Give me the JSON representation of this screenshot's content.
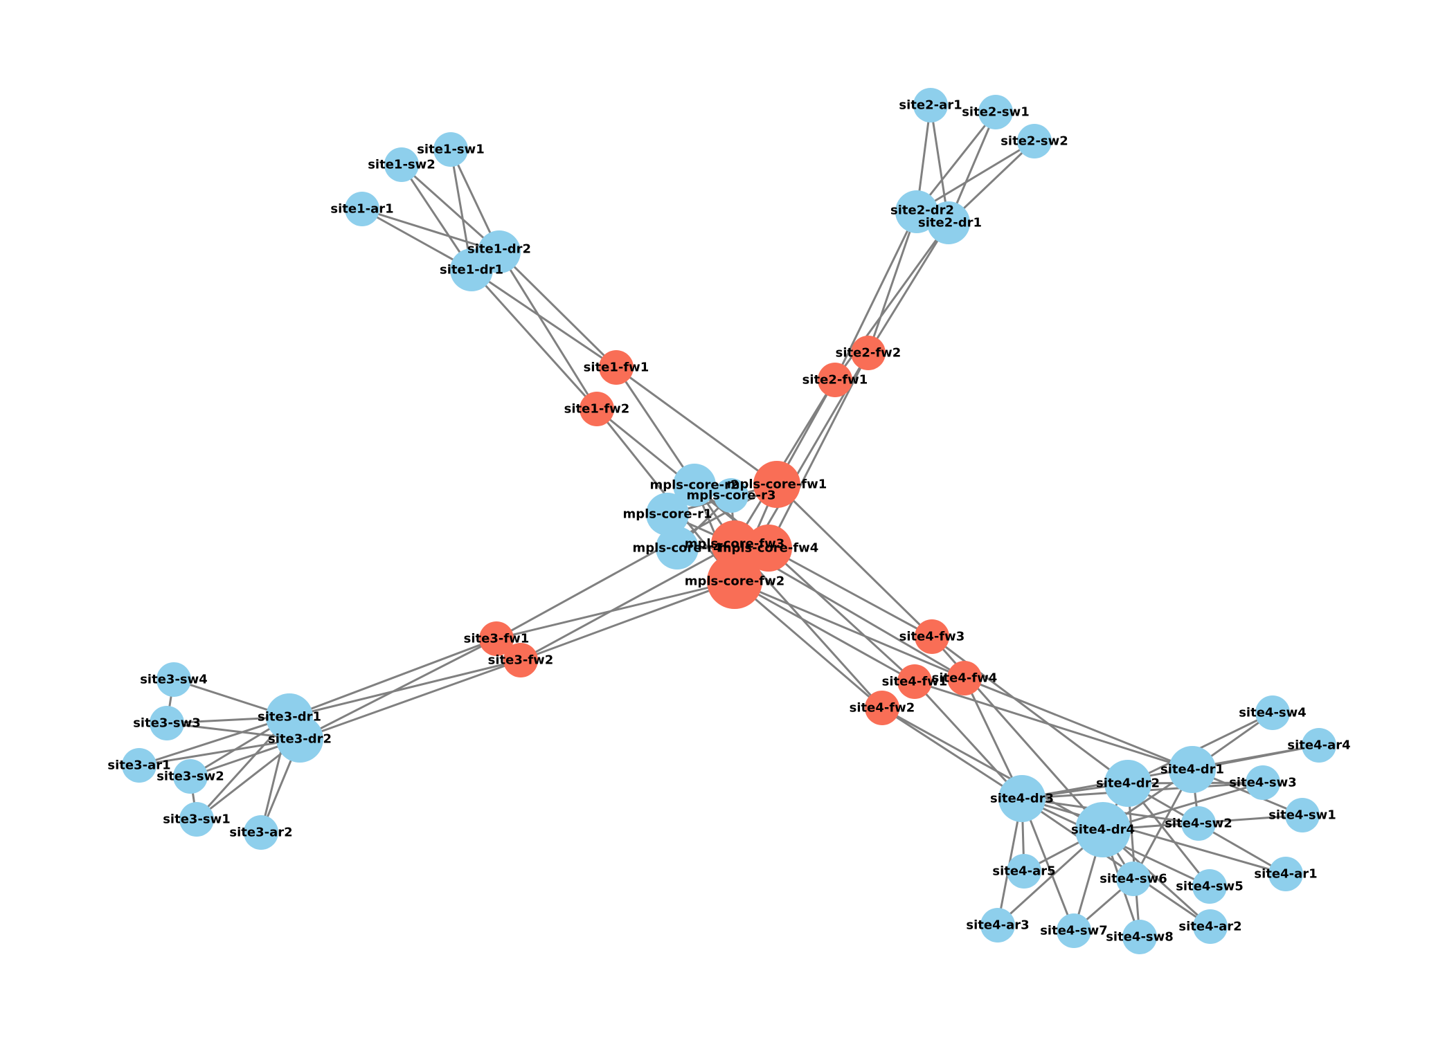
{
  "colors": {
    "switch_node": "#8ECFEC",
    "firewall_node": "#F96E56",
    "edge": "#808080",
    "background": "#FFFFFF"
  },
  "nodes": [
    {
      "id": "site1-sw1",
      "type": "switch",
      "degree": 2
    },
    {
      "id": "site1-sw2",
      "type": "switch",
      "degree": 2
    },
    {
      "id": "site1-ar1",
      "type": "switch",
      "degree": 2
    },
    {
      "id": "site1-dr2",
      "type": "switch",
      "degree": 6
    },
    {
      "id": "site1-dr1",
      "type": "switch",
      "degree": 6
    },
    {
      "id": "site1-fw1",
      "type": "firewall",
      "degree": 4
    },
    {
      "id": "site1-fw2",
      "type": "firewall",
      "degree": 4
    },
    {
      "id": "site2-ar1",
      "type": "switch",
      "degree": 2
    },
    {
      "id": "site2-sw1",
      "type": "switch",
      "degree": 2
    },
    {
      "id": "site2-sw2",
      "type": "switch",
      "degree": 2
    },
    {
      "id": "site2-dr2",
      "type": "switch",
      "degree": 6
    },
    {
      "id": "site2-dr1",
      "type": "switch",
      "degree": 6
    },
    {
      "id": "site2-fw2",
      "type": "firewall",
      "degree": 4
    },
    {
      "id": "site2-fw1",
      "type": "firewall",
      "degree": 4
    },
    {
      "id": "mpls-core-r2",
      "type": "switch",
      "degree": 6
    },
    {
      "id": "mpls-core-r3",
      "type": "switch",
      "degree": 4
    },
    {
      "id": "mpls-core-fw1",
      "type": "firewall",
      "degree": 7
    },
    {
      "id": "mpls-core-r1",
      "type": "switch",
      "degree": 6
    },
    {
      "id": "mpls-core-fw3",
      "type": "firewall",
      "degree": 8
    },
    {
      "id": "mpls-core-r4",
      "type": "switch",
      "degree": 5
    },
    {
      "id": "mpls-core-fw4",
      "type": "firewall",
      "degree": 8
    },
    {
      "id": "mpls-core-fw2",
      "type": "firewall",
      "degree": 11
    },
    {
      "id": "site3-fw1",
      "type": "firewall",
      "degree": 4
    },
    {
      "id": "site3-fw2",
      "type": "firewall",
      "degree": 4
    },
    {
      "id": "site3-sw4",
      "type": "switch",
      "degree": 2
    },
    {
      "id": "site3-sw3",
      "type": "switch",
      "degree": 3
    },
    {
      "id": "site3-dr1",
      "type": "switch",
      "degree": 9
    },
    {
      "id": "site3-dr2",
      "type": "switch",
      "degree": 9
    },
    {
      "id": "site3-ar1",
      "type": "switch",
      "degree": 2
    },
    {
      "id": "site3-sw2",
      "type": "switch",
      "degree": 3
    },
    {
      "id": "site3-sw1",
      "type": "switch",
      "degree": 3
    },
    {
      "id": "site3-ar2",
      "type": "switch",
      "degree": 2
    },
    {
      "id": "site4-fw3",
      "type": "firewall",
      "degree": 4
    },
    {
      "id": "site4-fw1",
      "type": "firewall",
      "degree": 4
    },
    {
      "id": "site4-fw4",
      "type": "firewall",
      "degree": 4
    },
    {
      "id": "site4-fw2",
      "type": "firewall",
      "degree": 4
    },
    {
      "id": "site4-sw4",
      "type": "switch",
      "degree": 2
    },
    {
      "id": "site4-ar4",
      "type": "switch",
      "degree": 2
    },
    {
      "id": "site4-dr1",
      "type": "switch",
      "degree": 9
    },
    {
      "id": "site4-dr2",
      "type": "switch",
      "degree": 10
    },
    {
      "id": "site4-sw3",
      "type": "switch",
      "degree": 3
    },
    {
      "id": "site4-dr3",
      "type": "switch",
      "degree": 10
    },
    {
      "id": "site4-sw1",
      "type": "switch",
      "degree": 2
    },
    {
      "id": "site4-sw2",
      "type": "switch",
      "degree": 2
    },
    {
      "id": "site4-dr4",
      "type": "switch",
      "degree": 12
    },
    {
      "id": "site4-ar1",
      "type": "switch",
      "degree": 2
    },
    {
      "id": "site4-ar5",
      "type": "switch",
      "degree": 2
    },
    {
      "id": "site4-sw6",
      "type": "switch",
      "degree": 3
    },
    {
      "id": "site4-sw5",
      "type": "switch",
      "degree": 2
    },
    {
      "id": "site4-ar3",
      "type": "switch",
      "degree": 2
    },
    {
      "id": "site4-sw7",
      "type": "switch",
      "degree": 3
    },
    {
      "id": "site4-sw8",
      "type": "switch",
      "degree": 2
    },
    {
      "id": "site4-ar2",
      "type": "switch",
      "degree": 2
    }
  ],
  "edges": [
    [
      "site1-sw1",
      "site1-dr1"
    ],
    [
      "site1-sw1",
      "site1-dr2"
    ],
    [
      "site1-sw2",
      "site1-dr1"
    ],
    [
      "site1-sw2",
      "site1-dr2"
    ],
    [
      "site1-ar1",
      "site1-dr1"
    ],
    [
      "site1-ar1",
      "site1-dr2"
    ],
    [
      "site1-dr1",
      "site1-fw1"
    ],
    [
      "site1-dr1",
      "site1-fw2"
    ],
    [
      "site1-dr2",
      "site1-fw1"
    ],
    [
      "site1-dr2",
      "site1-fw2"
    ],
    [
      "site1-fw1",
      "mpls-core-fw1"
    ],
    [
      "site1-fw1",
      "mpls-core-fw3"
    ],
    [
      "site1-fw2",
      "mpls-core-fw2"
    ],
    [
      "site1-fw2",
      "mpls-core-fw4"
    ],
    [
      "site2-ar1",
      "site2-dr1"
    ],
    [
      "site2-ar1",
      "site2-dr2"
    ],
    [
      "site2-sw1",
      "site2-dr1"
    ],
    [
      "site2-sw1",
      "site2-dr2"
    ],
    [
      "site2-sw2",
      "site2-dr1"
    ],
    [
      "site2-sw2",
      "site2-dr2"
    ],
    [
      "site2-dr1",
      "site2-fw1"
    ],
    [
      "site2-dr1",
      "site2-fw2"
    ],
    [
      "site2-dr2",
      "site2-fw1"
    ],
    [
      "site2-dr2",
      "site2-fw2"
    ],
    [
      "site2-fw1",
      "mpls-core-fw1"
    ],
    [
      "site2-fw1",
      "mpls-core-fw3"
    ],
    [
      "site2-fw2",
      "mpls-core-fw2"
    ],
    [
      "site2-fw2",
      "mpls-core-fw4"
    ],
    [
      "mpls-core-r1",
      "mpls-core-r2"
    ],
    [
      "mpls-core-r1",
      "mpls-core-r4"
    ],
    [
      "mpls-core-r2",
      "mpls-core-r3"
    ],
    [
      "mpls-core-r3",
      "mpls-core-r4"
    ],
    [
      "mpls-core-r1",
      "mpls-core-fw1"
    ],
    [
      "mpls-core-r2",
      "mpls-core-fw2"
    ],
    [
      "mpls-core-r3",
      "mpls-core-fw3"
    ],
    [
      "mpls-core-r4",
      "mpls-core-fw4"
    ],
    [
      "mpls-core-r1",
      "mpls-core-fw3"
    ],
    [
      "mpls-core-r2",
      "mpls-core-fw4"
    ],
    [
      "mpls-core-fw1",
      "mpls-core-fw2"
    ],
    [
      "mpls-core-fw3",
      "mpls-core-fw4"
    ],
    [
      "site3-fw1",
      "mpls-core-fw1"
    ],
    [
      "site3-fw1",
      "mpls-core-fw2"
    ],
    [
      "site3-fw2",
      "mpls-core-fw2"
    ],
    [
      "site3-fw2",
      "mpls-core-fw3"
    ],
    [
      "site3-fw1",
      "site3-dr1"
    ],
    [
      "site3-fw1",
      "site3-dr2"
    ],
    [
      "site3-fw2",
      "site3-dr1"
    ],
    [
      "site3-fw2",
      "site3-dr2"
    ],
    [
      "site3-sw4",
      "site3-dr1"
    ],
    [
      "site3-sw4",
      "site3-sw3"
    ],
    [
      "site3-sw3",
      "site3-dr1"
    ],
    [
      "site3-sw3",
      "site3-dr2"
    ],
    [
      "site3-ar1",
      "site3-dr1"
    ],
    [
      "site3-ar1",
      "site3-dr2"
    ],
    [
      "site3-sw2",
      "site3-dr1"
    ],
    [
      "site3-sw2",
      "site3-dr2"
    ],
    [
      "site3-sw2",
      "site3-sw1"
    ],
    [
      "site3-sw1",
      "site3-dr1"
    ],
    [
      "site3-sw1",
      "site3-dr2"
    ],
    [
      "site3-ar2",
      "site3-dr1"
    ],
    [
      "site3-ar2",
      "site3-dr2"
    ],
    [
      "site4-fw1",
      "mpls-core-fw2"
    ],
    [
      "site4-fw1",
      "mpls-core-fw4"
    ],
    [
      "site4-fw2",
      "mpls-core-fw2"
    ],
    [
      "site4-fw2",
      "mpls-core-fw3"
    ],
    [
      "site4-fw3",
      "mpls-core-fw1"
    ],
    [
      "site4-fw3",
      "mpls-core-fw4"
    ],
    [
      "site4-fw4",
      "mpls-core-fw2"
    ],
    [
      "site4-fw4",
      "mpls-core-fw3"
    ],
    [
      "site4-fw1",
      "site4-dr1"
    ],
    [
      "site4-fw1",
      "site4-dr3"
    ],
    [
      "site4-fw2",
      "site4-dr3"
    ],
    [
      "site4-fw2",
      "site4-dr4"
    ],
    [
      "site4-fw3",
      "site4-dr2"
    ],
    [
      "site4-fw3",
      "site4-dr4"
    ],
    [
      "site4-fw4",
      "site4-dr1"
    ],
    [
      "site4-fw4",
      "site4-dr3"
    ],
    [
      "site4-sw4",
      "site4-dr1"
    ],
    [
      "site4-sw4",
      "site4-dr2"
    ],
    [
      "site4-ar4",
      "site4-dr1"
    ],
    [
      "site4-ar4",
      "site4-dr3"
    ],
    [
      "site4-sw3",
      "site4-dr2"
    ],
    [
      "site4-sw3",
      "site4-dr3"
    ],
    [
      "site4-sw3",
      "site4-dr4"
    ],
    [
      "site4-sw1",
      "site4-dr1"
    ],
    [
      "site4-sw1",
      "site4-dr4"
    ],
    [
      "site4-sw2",
      "site4-dr1"
    ],
    [
      "site4-sw2",
      "site4-dr3"
    ],
    [
      "site4-ar1",
      "site4-dr2"
    ],
    [
      "site4-ar1",
      "site4-dr3"
    ],
    [
      "site4-ar5",
      "site4-dr3"
    ],
    [
      "site4-ar5",
      "site4-dr4"
    ],
    [
      "site4-sw6",
      "site4-dr1"
    ],
    [
      "site4-sw6",
      "site4-dr4"
    ],
    [
      "site4-sw6",
      "site4-sw7"
    ],
    [
      "site4-sw5",
      "site4-dr2"
    ],
    [
      "site4-sw5",
      "site4-dr3"
    ],
    [
      "site4-ar3",
      "site4-dr3"
    ],
    [
      "site4-ar3",
      "site4-dr4"
    ],
    [
      "site4-sw7",
      "site4-dr3"
    ],
    [
      "site4-sw7",
      "site4-dr4"
    ],
    [
      "site4-sw8",
      "site4-dr2"
    ],
    [
      "site4-sw8",
      "site4-dr4"
    ],
    [
      "site4-ar2",
      "site4-dr3"
    ],
    [
      "site4-ar2",
      "site4-dr4"
    ],
    [
      "site4-dr2",
      "site4-dr3"
    ],
    [
      "site4-dr2",
      "site4-dr4"
    ],
    [
      "site4-dr1",
      "site4-dr4"
    ]
  ]
}
